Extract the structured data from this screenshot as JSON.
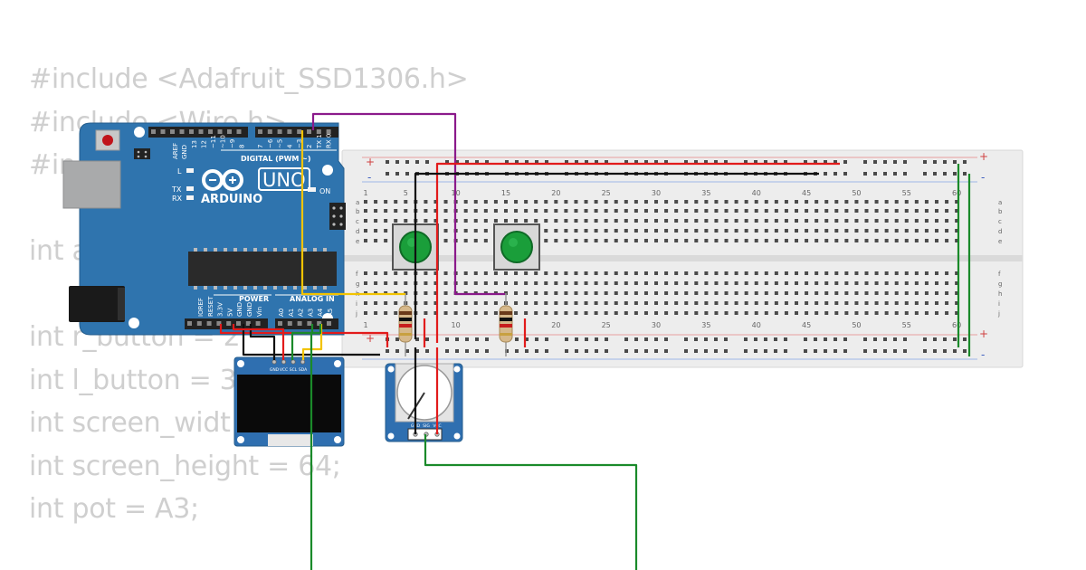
{
  "code_lines": [
    "#include <Adafruit_SSD1306.h>",
    "#include <Wire.h>",
    "#include",
    "",
    "int a",
    "",
    "int r_button = 2",
    "int l_button = 3",
    "int screen_widt",
    "int screen_height = 64;",
    "int pot = A3;"
  ],
  "arduino": {
    "brand": "ARDUINO",
    "model": "UNO",
    "digital_header": "DIGITAL (PWM ~)",
    "power_header": "POWER",
    "analog_header": "ANALOG IN",
    "on_label": "ON",
    "l_label": "L",
    "tx_label": "TX",
    "rx_label": "RX",
    "aref": "AREF",
    "gnd": "GND",
    "digital_pins": [
      "13",
      "12",
      "~11",
      "~10",
      "~9",
      "8",
      "7",
      "~6",
      "~5",
      "4",
      "~3",
      "2",
      "TX 1",
      "RX 0"
    ],
    "power_pins": [
      "IOREF",
      "RESET",
      "3.3V",
      "5V",
      "GND",
      "GND",
      "Vin"
    ],
    "analog_pins": [
      "A0",
      "A1",
      "A2",
      "A3",
      "A4",
      "A5"
    ]
  },
  "breadboard": {
    "column_numbers": [
      "1",
      "5",
      "10",
      "15",
      "20",
      "25",
      "30",
      "35",
      "40",
      "45",
      "50",
      "55",
      "60"
    ],
    "rows_top": [
      "a",
      "b",
      "c",
      "d",
      "e"
    ],
    "rows_bottom": [
      "f",
      "g",
      "h",
      "i",
      "j"
    ],
    "plus": "+",
    "minus": "-"
  },
  "oled": {
    "pins": [
      "GND",
      "VCC",
      "SCL",
      "SDA"
    ]
  },
  "potentiometer": {
    "pins": [
      "GND",
      "SIG",
      "VCC"
    ]
  },
  "colors": {
    "board": "#2f74ae",
    "wire_red": "#e21b1b",
    "wire_black": "#111111",
    "wire_green": "#1a8a2a",
    "wire_purple": "#8b1a8b",
    "wire_yellow": "#f2c300",
    "button_cap": "#1a9e3a"
  }
}
